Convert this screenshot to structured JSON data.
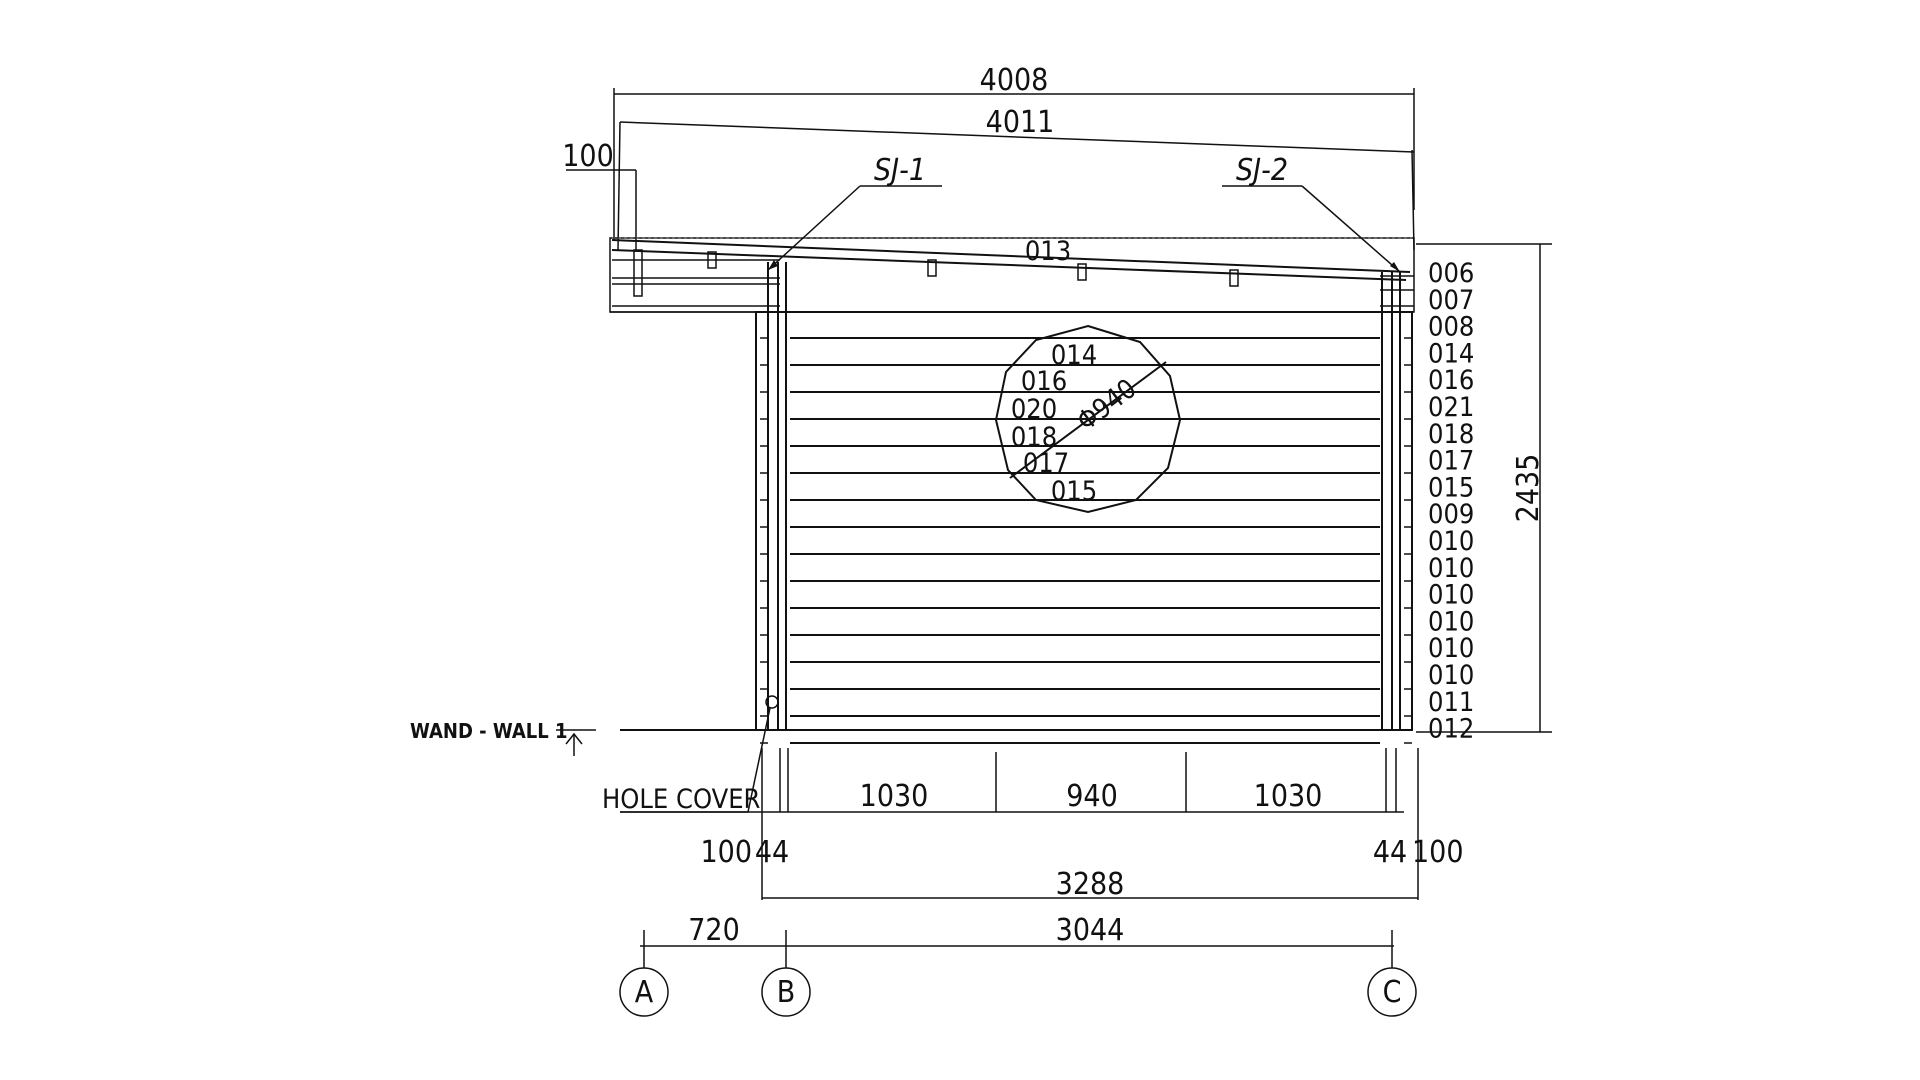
{
  "dimensions": {
    "top_total": "4008",
    "roof_length": "4011",
    "overhang": "100",
    "height": "2435",
    "bottom_left_offset": "100",
    "bottom_left_post": "44",
    "bottom_right_post": "44",
    "bottom_right_offset": "100",
    "segment_left": "1030",
    "segment_middle": "940",
    "segment_right": "1030",
    "overall_width": "3288",
    "axis_ab": "720",
    "axis_bc": "3044"
  },
  "labels": {
    "sj1": "SJ-1",
    "sj2": "SJ-2",
    "roof_code": "013",
    "wall_marker": "WAND - WALL 1",
    "hole_cover": "HOLE COVER"
  },
  "window": {
    "diameter": "Φ940",
    "codes": [
      "014",
      "016",
      "020",
      "018",
      "017",
      "015"
    ]
  },
  "side_codes": [
    "006",
    "007",
    "008",
    "014",
    "016",
    "021",
    "018",
    "017",
    "015",
    "009",
    "010",
    "010",
    "010",
    "010",
    "010",
    "010",
    "011",
    "012"
  ],
  "grid_axes": [
    "A",
    "B",
    "C"
  ]
}
